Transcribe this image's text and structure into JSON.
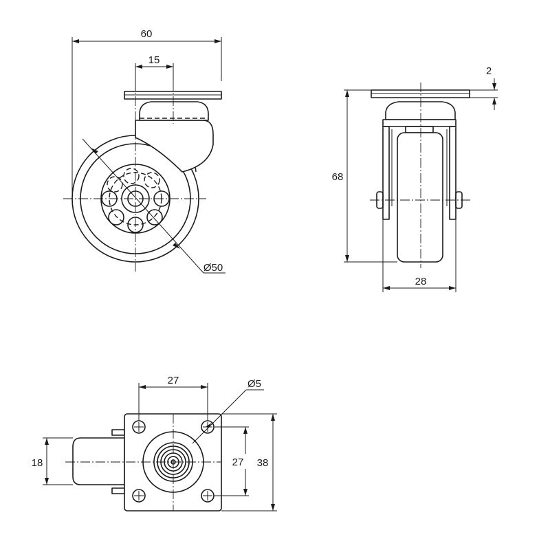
{
  "views": {
    "side": {
      "dims": {
        "overall_width": "60",
        "offset": "15",
        "wheel_diameter": "Ø50"
      }
    },
    "front": {
      "dims": {
        "height": "68",
        "plate_thickness": "2",
        "wheel_width": "28"
      }
    },
    "top": {
      "dims": {
        "hole_spacing_x": "27",
        "hole_diameter": "Ø5",
        "wheel_width": "18",
        "hole_spacing_y": "27",
        "plate_size": "38"
      }
    }
  }
}
